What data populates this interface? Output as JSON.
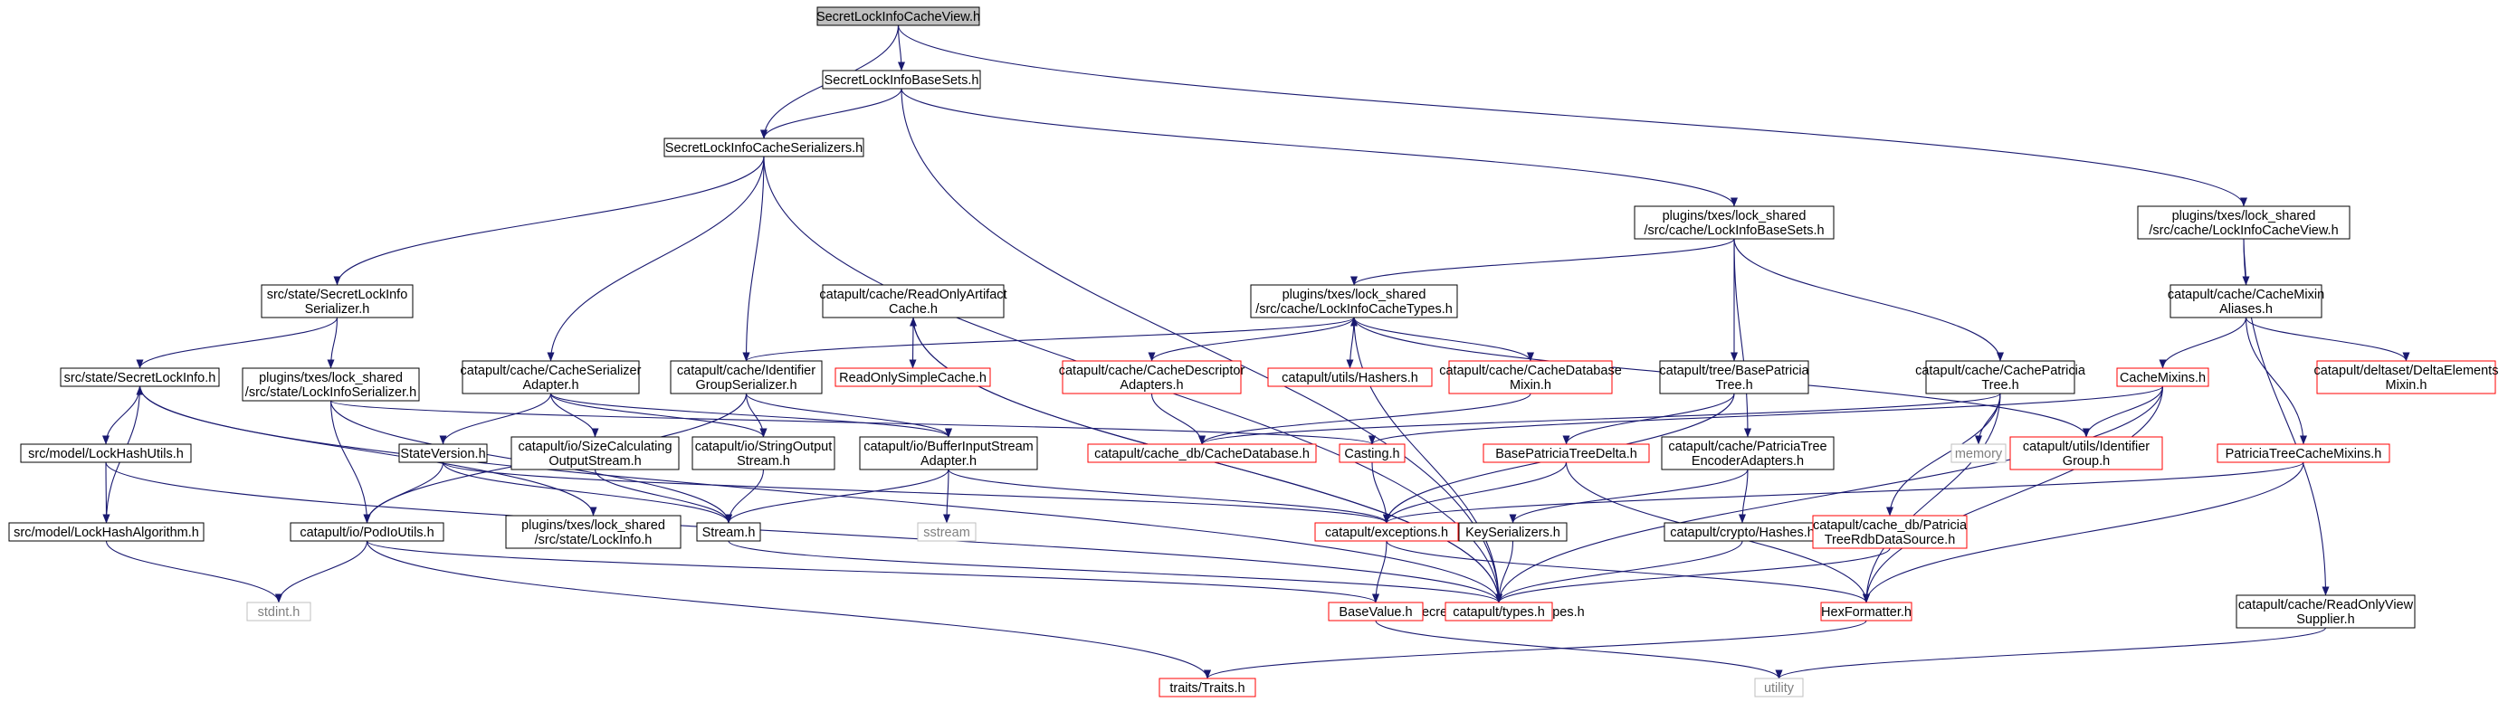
{
  "graph": {
    "colors": {
      "edge": "#191970",
      "node_text": "#000000",
      "undocumented_border": "#ff0000",
      "system_border": "#bfbfbf",
      "system_text": "#7f7f7f",
      "root_fill": "#bfbfbf"
    },
    "nodes": [
      {
        "id": "root",
        "lines": [
          "SecretLockInfoCacheView.h"
        ],
        "kind": "root"
      },
      {
        "id": "basesets",
        "lines": [
          "SecretLockInfoBaseSets.h"
        ],
        "kind": "normal"
      },
      {
        "id": "serializers",
        "lines": [
          "SecretLockInfoCacheSerializers.h"
        ],
        "kind": "normal"
      },
      {
        "id": "types",
        "lines": [
          "SecretLockInfoCacheTypes.h"
        ],
        "kind": "normal"
      },
      {
        "id": "pl_basesets",
        "lines": [
          "plugins/txes/lock_shared",
          "/src/cache/LockInfoBaseSets.h"
        ],
        "kind": "normal"
      },
      {
        "id": "pl_cacheview",
        "lines": [
          "plugins/txes/lock_shared",
          "/src/cache/LockInfoCacheView.h"
        ],
        "kind": "normal"
      },
      {
        "id": "secretlockinfoser",
        "lines": [
          "src/state/SecretLockInfo",
          "Serializer.h"
        ],
        "kind": "normal"
      },
      {
        "id": "readonlyartifact",
        "lines": [
          "catapult/cache/ReadOnlyArtifact",
          "Cache.h"
        ],
        "kind": "normal"
      },
      {
        "id": "pl_cachetypes",
        "lines": [
          "plugins/txes/lock_shared",
          "/src/cache/LockInfoCacheTypes.h"
        ],
        "kind": "normal"
      },
      {
        "id": "cachemixinaliases",
        "lines": [
          "catapult/cache/CacheMixin",
          "Aliases.h"
        ],
        "kind": "normal"
      },
      {
        "id": "secretlockinfo",
        "lines": [
          "src/state/SecretLockInfo.h"
        ],
        "kind": "normal"
      },
      {
        "id": "pl_lockinfoser",
        "lines": [
          "plugins/txes/lock_shared",
          "/src/state/LockInfoSerializer.h"
        ],
        "kind": "normal"
      },
      {
        "id": "cacheseradapter",
        "lines": [
          "catapult/cache/CacheSerializer",
          "Adapter.h"
        ],
        "kind": "normal"
      },
      {
        "id": "idgroupser",
        "lines": [
          "catapult/cache/Identifier",
          "GroupSerializer.h"
        ],
        "kind": "normal"
      },
      {
        "id": "readonlysimple",
        "lines": [
          "ReadOnlySimpleCache.h"
        ],
        "kind": "undocumented"
      },
      {
        "id": "cachedescriptor",
        "lines": [
          "catapult/cache/CacheDescriptor",
          "Adapters.h"
        ],
        "kind": "undocumented"
      },
      {
        "id": "hashers",
        "lines": [
          "catapult/utils/Hashers.h"
        ],
        "kind": "undocumented"
      },
      {
        "id": "cachedbmixin",
        "lines": [
          "catapult/cache/CacheDatabase",
          "Mixin.h"
        ],
        "kind": "undocumented"
      },
      {
        "id": "basepatriciatree",
        "lines": [
          "catapult/tree/BasePatricia",
          "Tree.h"
        ],
        "kind": "normal"
      },
      {
        "id": "cachepatriciatree",
        "lines": [
          "catapult/cache/CachePatricia",
          "Tree.h"
        ],
        "kind": "normal"
      },
      {
        "id": "cachemixins",
        "lines": [
          "CacheMixins.h"
        ],
        "kind": "undocumented"
      },
      {
        "id": "deltaelements",
        "lines": [
          "catapult/deltaset/DeltaElements",
          "Mixin.h"
        ],
        "kind": "undocumented"
      },
      {
        "id": "lockhashutils",
        "lines": [
          "src/model/LockHashUtils.h"
        ],
        "kind": "normal"
      },
      {
        "id": "stateversion",
        "lines": [
          "StateVersion.h"
        ],
        "kind": "normal"
      },
      {
        "id": "sizecalc",
        "lines": [
          "catapult/io/SizeCalculating",
          "OutputStream.h"
        ],
        "kind": "normal"
      },
      {
        "id": "stringoutput",
        "lines": [
          "catapult/io/StringOutput",
          "Stream.h"
        ],
        "kind": "normal"
      },
      {
        "id": "bufferinput",
        "lines": [
          "catapult/io/BufferInputStream",
          "Adapter.h"
        ],
        "kind": "normal"
      },
      {
        "id": "cachedatabase",
        "lines": [
          "catapult/cache_db/CacheDatabase.h"
        ],
        "kind": "undocumented"
      },
      {
        "id": "casting",
        "lines": [
          "Casting.h"
        ],
        "kind": "undocumented"
      },
      {
        "id": "basepatriciadelta",
        "lines": [
          "BasePatriciaTreeDelta.h"
        ],
        "kind": "undocumented"
      },
      {
        "id": "patriciaencoder",
        "lines": [
          "catapult/cache/PatriciaTree",
          "EncoderAdapters.h"
        ],
        "kind": "normal"
      },
      {
        "id": "memory",
        "lines": [
          "memory"
        ],
        "kind": "system"
      },
      {
        "id": "idgroup",
        "lines": [
          "catapult/utils/Identifier",
          "Group.h"
        ],
        "kind": "undocumented"
      },
      {
        "id": "patriciatreecachemixins",
        "lines": [
          "PatriciaTreeCacheMixins.h"
        ],
        "kind": "undocumented"
      },
      {
        "id": "lockhashalgo",
        "lines": [
          "src/model/LockHashAlgorithm.h"
        ],
        "kind": "normal"
      },
      {
        "id": "podioutils",
        "lines": [
          "catapult/io/PodIoUtils.h"
        ],
        "kind": "normal"
      },
      {
        "id": "pl_lockinfo",
        "lines": [
          "plugins/txes/lock_shared",
          "/src/state/LockInfo.h"
        ],
        "kind": "normal"
      },
      {
        "id": "stream",
        "lines": [
          "Stream.h"
        ],
        "kind": "normal"
      },
      {
        "id": "sstream",
        "lines": [
          "sstream"
        ],
        "kind": "system"
      },
      {
        "id": "exceptions",
        "lines": [
          "catapult/exceptions.h"
        ],
        "kind": "undocumented"
      },
      {
        "id": "keyserializers",
        "lines": [
          "KeySerializers.h"
        ],
        "kind": "normal"
      },
      {
        "id": "hashes",
        "lines": [
          "catapult/crypto/Hashes.h"
        ],
        "kind": "normal"
      },
      {
        "id": "rdbdatasource",
        "lines": [
          "catapult/cache_db/Patricia",
          "TreeRdbDataSource.h"
        ],
        "kind": "undocumented"
      },
      {
        "id": "stdint",
        "lines": [
          "stdint.h"
        ],
        "kind": "system"
      },
      {
        "id": "types",
        "lines": [
          "catapult/types.h"
        ],
        "kind": "undocumented"
      },
      {
        "id": "basevalue",
        "lines": [
          "BaseValue.h"
        ],
        "kind": "undocumented"
      },
      {
        "id": "hexformatter",
        "lines": [
          "HexFormatter.h"
        ],
        "kind": "undocumented"
      },
      {
        "id": "readonlyview",
        "lines": [
          "catapult/cache/ReadOnlyView",
          "Supplier.h"
        ],
        "kind": "normal"
      },
      {
        "id": "traits",
        "lines": [
          "traits/Traits.h"
        ],
        "kind": "undocumented"
      },
      {
        "id": "utility",
        "lines": [
          "utility"
        ],
        "kind": "system"
      }
    ],
    "edges": [
      [
        "root",
        "basesets"
      ],
      [
        "root",
        "serializers"
      ],
      [
        "root",
        "pl_cacheview"
      ],
      [
        "basesets",
        "serializers"
      ],
      [
        "basesets",
        "types"
      ],
      [
        "basesets",
        "pl_basesets"
      ],
      [
        "serializers",
        "types"
      ],
      [
        "serializers",
        "secretlockinfoser"
      ],
      [
        "serializers",
        "cacheseradapter"
      ],
      [
        "serializers",
        "idgroupser"
      ],
      [
        "types",
        "secretlockinfo"
      ],
      [
        "types",
        "readonlyartifact"
      ],
      [
        "types",
        "pl_cachetypes"
      ],
      [
        "pl_basesets",
        "pl_cachetypes"
      ],
      [
        "pl_basesets",
        "basepatriciatree"
      ],
      [
        "pl_basesets",
        "cachepatriciatree"
      ],
      [
        "pl_basesets",
        "patriciaencoder"
      ],
      [
        "pl_cacheview",
        "cachemixinaliases"
      ],
      [
        "pl_cacheview",
        "readonlyview"
      ],
      [
        "secretlockinfoser",
        "secretlockinfo"
      ],
      [
        "secretlockinfoser",
        "pl_lockinfoser"
      ],
      [
        "readonlyartifact",
        "readonlysimple"
      ],
      [
        "readonlyartifact",
        "types"
      ],
      [
        "pl_cachetypes",
        "idgroupser"
      ],
      [
        "pl_cachetypes",
        "cachedescriptor"
      ],
      [
        "pl_cachetypes",
        "hashers"
      ],
      [
        "pl_cachetypes",
        "cachedbmixin"
      ],
      [
        "pl_cachetypes",
        "idgroup"
      ],
      [
        "cachemixinaliases",
        "cachemixins"
      ],
      [
        "cachemixinaliases",
        "deltaelements"
      ],
      [
        "cachemixinaliases",
        "patriciatreecachemixins"
      ],
      [
        "secretlockinfo",
        "lockhashutils"
      ],
      [
        "secretlockinfo",
        "lockhashalgo"
      ],
      [
        "secretlockinfo",
        "pl_lockinfo"
      ],
      [
        "pl_lockinfoser",
        "podioutils"
      ],
      [
        "pl_lockinfoser",
        "stream"
      ],
      [
        "pl_lockinfoser",
        "casting"
      ],
      [
        "cacheseradapter",
        "stateversion"
      ],
      [
        "cacheseradapter",
        "sizecalc"
      ],
      [
        "cacheseradapter",
        "stringoutput"
      ],
      [
        "cacheseradapter",
        "bufferinput"
      ],
      [
        "idgroupser",
        "stringoutput"
      ],
      [
        "idgroupser",
        "bufferinput"
      ],
      [
        "idgroupser",
        "podioutils"
      ],
      [
        "cachedescriptor",
        "cachedatabase"
      ],
      [
        "cachedbmixin",
        "cachedatabase"
      ],
      [
        "basepatriciatree",
        "basepatriciadelta"
      ],
      [
        "basepatriciatree",
        "exceptions"
      ],
      [
        "cachepatriciatree",
        "cachedatabase"
      ],
      [
        "cachepatriciatree",
        "rdbdatasource"
      ],
      [
        "cachepatriciatree",
        "memory"
      ],
      [
        "cachepatriciatree",
        "hexformatter"
      ],
      [
        "cachemixins",
        "casting"
      ],
      [
        "cachemixins",
        "idgroup"
      ],
      [
        "cachemixins",
        "types"
      ],
      [
        "cachemixins",
        "hexformatter"
      ],
      [
        "lockhashutils",
        "lockhashalgo"
      ],
      [
        "lockhashutils",
        "types"
      ],
      [
        "stateversion",
        "podioutils"
      ],
      [
        "stateversion",
        "stream"
      ],
      [
        "stateversion",
        "exceptions"
      ],
      [
        "sizecalc",
        "stream"
      ],
      [
        "stringoutput",
        "stream"
      ],
      [
        "bufferinput",
        "stream"
      ],
      [
        "bufferinput",
        "sstream"
      ],
      [
        "bufferinput",
        "exceptions"
      ],
      [
        "casting",
        "exceptions"
      ],
      [
        "basepatriciadelta",
        "exceptions"
      ],
      [
        "basepatriciadelta",
        "hexformatter"
      ],
      [
        "patriciaencoder",
        "keyserializers"
      ],
      [
        "patriciaencoder",
        "hashes"
      ],
      [
        "patriciatreecachemixins",
        "exceptions"
      ],
      [
        "patriciatreecachemixins",
        "hexformatter"
      ],
      [
        "lockhashalgo",
        "stdint"
      ],
      [
        "podioutils",
        "stdint"
      ],
      [
        "podioutils",
        "basevalue"
      ],
      [
        "podioutils",
        "traits"
      ],
      [
        "stream",
        "types"
      ],
      [
        "exceptions",
        "basevalue"
      ],
      [
        "exceptions",
        "hexformatter"
      ],
      [
        "keyserializers",
        "types"
      ],
      [
        "hashes",
        "types"
      ],
      [
        "rdbdatasource",
        "types"
      ],
      [
        "basevalue",
        "utility"
      ],
      [
        "hexformatter",
        "traits"
      ],
      [
        "readonlyview",
        "utility"
      ]
    ]
  }
}
